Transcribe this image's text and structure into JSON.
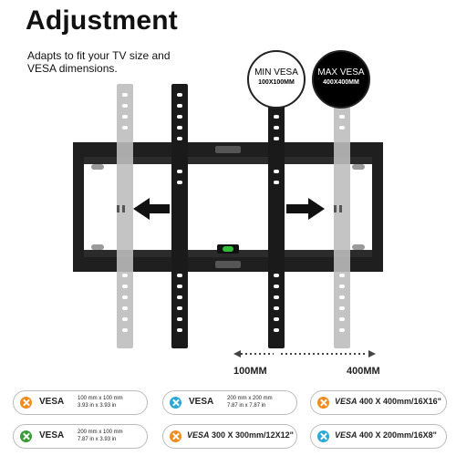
{
  "title": "Adjustment",
  "subtitle": "Adapts to fit your TV size and VESA dimensions.",
  "min_vesa": {
    "label": "MIN VESA",
    "size": "100X100MM"
  },
  "max_vesa": {
    "label": "MAX VESA",
    "size": "400X400MM"
  },
  "dimension_labels": {
    "min": "100MM",
    "max": "400MM"
  },
  "legend": [
    {
      "accent": "#f08c1e",
      "label": "VESA",
      "line1": "100 mm x 100 mm",
      "line2": "3.93 in x 3.93 in"
    },
    {
      "accent": "#2aa9d8",
      "label": "VESA",
      "line1": "200 mm x 200 mm",
      "line2": "7.87 in x 7.87 in"
    },
    {
      "accent": "#f08c1e",
      "text_vesa": "VESA",
      "text_rest": " 400 X 400mm/16X16\""
    },
    {
      "accent": "#3a9a3a",
      "label": "VESA",
      "line1": "200 mm x 100 mm",
      "line2": "7.87 in x 3.93 in"
    },
    {
      "accent": "#f08c1e",
      "text_vesa": "VESA",
      "text_rest": " 300 X 300mm/12X12\""
    },
    {
      "accent": "#2aa9d8",
      "text_vesa": "VESA",
      "text_rest": " 400 X 200mm/16X8\""
    }
  ],
  "colors": {
    "bracket": "#1a1a1a",
    "ghost_arm": "#c4c4c4",
    "level_bubble": "#2fbf3a"
  }
}
